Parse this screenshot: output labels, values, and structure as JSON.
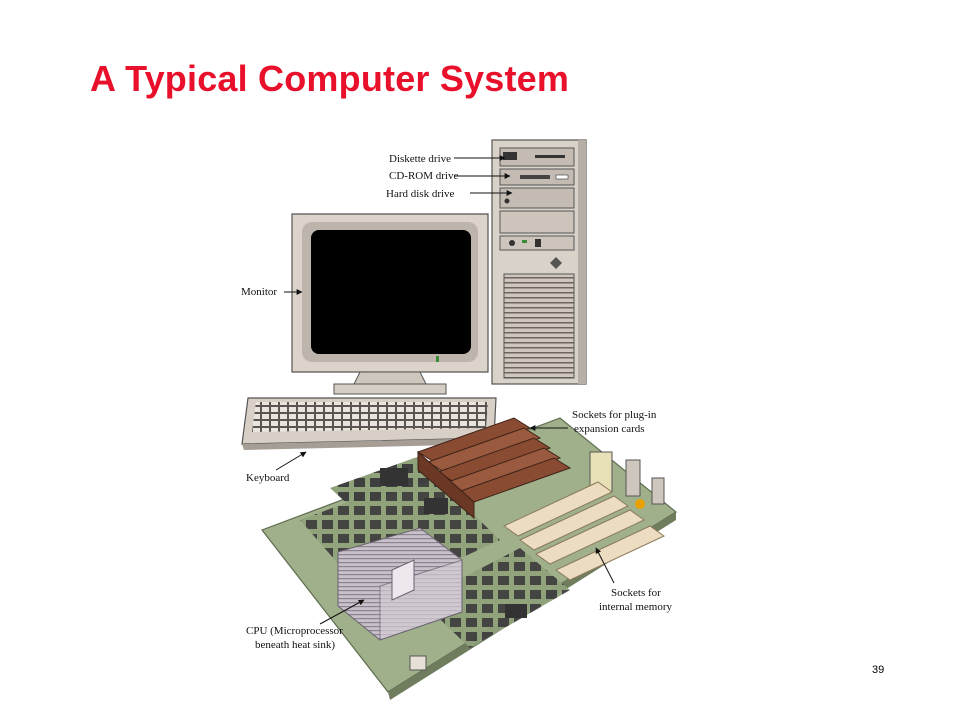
{
  "slide": {
    "title": "A Typical Computer System",
    "page_number": "39"
  },
  "labels": {
    "diskette_drive": "Diskette drive",
    "cd_rom_drive": "CD-ROM drive",
    "hard_disk_drive": "Hard disk drive",
    "monitor": "Monitor",
    "keyboard": "Keyboard",
    "sockets_expansion_line1": "Sockets for plug-in",
    "sockets_expansion_line2": "expansion cards",
    "sockets_memory_line1": "Sockets for",
    "sockets_memory_line2": "internal memory",
    "cpu_line1": "CPU (Microprocessor",
    "cpu_line2": "beneath heat sink)"
  },
  "colors": {
    "title": "#e8102a",
    "case": "#d9d2c9",
    "board": "#9fb08a",
    "slots": "#8a4b33",
    "memory": "#ecdcc0"
  }
}
